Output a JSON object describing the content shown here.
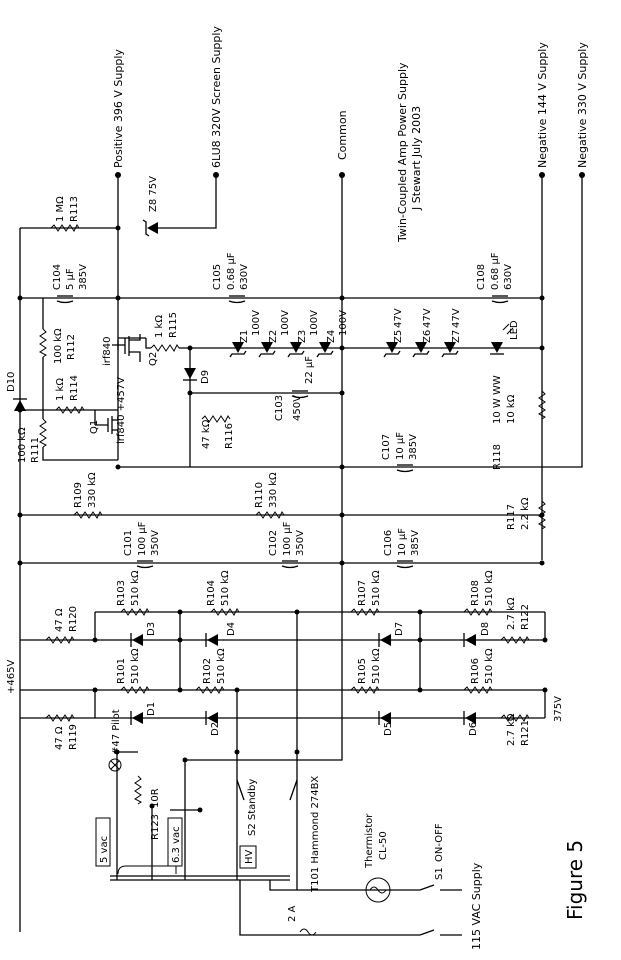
{
  "supplies": [
    {
      "id": "pos396",
      "label": "Positive 396 V Supply"
    },
    {
      "id": "screen",
      "label": "6LU8 320V Screen Supply"
    },
    {
      "id": "common",
      "label": "Common"
    },
    {
      "id": "neg144",
      "label": "Negative 144 V Supply"
    },
    {
      "id": "neg330",
      "label": "Negative 330 V Supply"
    }
  ],
  "title_block": {
    "line1": "Twin-Coupled Amp Power Supply",
    "line2": "J Stewart     July 2003"
  },
  "figure_caption": "Figure 5",
  "voltages": {
    "plus465": "+465V",
    "v375": "375V"
  },
  "components": {
    "R113": {
      "name": "R113",
      "value": "1 MΩ"
    },
    "Z8": {
      "name": "Z8 75V"
    },
    "C104": {
      "name": "C104",
      "value": "5 µF",
      "rating": "385V"
    },
    "C105": {
      "name": "C105",
      "value": "0.68 µF",
      "rating": "630V"
    },
    "C108": {
      "name": "C108",
      "value": "0.68 µF",
      "rating": "630V"
    },
    "Z1": {
      "name": "Z1",
      "value": "100V"
    },
    "Z2": {
      "name": "Z2",
      "value": "100V"
    },
    "Z3": {
      "name": "Z3",
      "value": "100V"
    },
    "Z4": {
      "name": "Z4",
      "value": "100V"
    },
    "Z5": {
      "name": "Z5",
      "value": "47V"
    },
    "Z6": {
      "name": "Z6",
      "value": "47V"
    },
    "Z7": {
      "name": "Z7",
      "value": "47V"
    },
    "LED": {
      "name": "LED"
    },
    "R115": {
      "name": "R115",
      "value": "1 kΩ"
    },
    "Q2": {
      "name": "Q2",
      "part": "irf840"
    },
    "Q1": {
      "name": "Q1",
      "part": "irf840 +457V"
    },
    "R112": {
      "name": "R112",
      "value": "100 kΩ"
    },
    "R114": {
      "name": "R114",
      "value": "1 kΩ"
    },
    "R111": {
      "name": "R111",
      "value": "100 kΩ"
    },
    "D10": {
      "name": "D10"
    },
    "D9": {
      "name": "D9"
    },
    "R116": {
      "name": "R116",
      "value": "47 kΩ"
    },
    "C103": {
      "name": "C103",
      "value": "22 µF",
      "rating": "450V"
    },
    "R118": {
      "name": "R118",
      "value": "10 W WW",
      "value2": "10 kΩ"
    },
    "C107": {
      "name": "C107",
      "value": "10 µF",
      "rating": "385V"
    },
    "R109": {
      "name": "R109",
      "value": "330 kΩ"
    },
    "R110": {
      "name": "R110",
      "value": "330 kΩ"
    },
    "R117": {
      "name": "R117",
      "value": "2.2 kΩ"
    },
    "C101": {
      "name": "C101",
      "value": "100 µF",
      "rating": "350V"
    },
    "C102": {
      "name": "C102",
      "value": "100 µF",
      "rating": "350V"
    },
    "C106": {
      "name": "C106",
      "value": "10 µF",
      "rating": "385V"
    },
    "R103": {
      "name": "R103",
      "value": "510 kΩ"
    },
    "R104": {
      "name": "R104",
      "value": "510 kΩ"
    },
    "R107": {
      "name": "R107",
      "value": "510 kΩ"
    },
    "R108": {
      "name": "R108",
      "value": "510 kΩ"
    },
    "R120": {
      "name": "R120",
      "value": "47 Ω"
    },
    "D3": {
      "name": "D3"
    },
    "D4": {
      "name": "D4"
    },
    "D7": {
      "name": "D7"
    },
    "D8": {
      "name": "D8"
    },
    "R122": {
      "name": "R122",
      "value": "2.7 kΩ"
    },
    "R101": {
      "name": "R101",
      "value": "510 kΩ"
    },
    "R102": {
      "name": "R102",
      "value": "510 kΩ"
    },
    "R105": {
      "name": "R105",
      "value": "510 kΩ"
    },
    "R106": {
      "name": "R106",
      "value": "510 kΩ"
    },
    "R119": {
      "name": "R119",
      "value": "47 Ω"
    },
    "D1": {
      "name": "D1"
    },
    "D2": {
      "name": "D2"
    },
    "D5": {
      "name": "D5"
    },
    "D6": {
      "name": "D6"
    },
    "R121": {
      "name": "R121",
      "value": "2.7 kΩ"
    },
    "pilot": {
      "name": "#47 Pilot"
    },
    "R123": {
      "name": "R123",
      "value": "10R"
    },
    "sec5": {
      "name": "5 vac"
    },
    "sec63": {
      "name": "6.3 vac"
    },
    "secHV": {
      "name": "HV"
    },
    "S2": {
      "name": "S2 Standby"
    },
    "T101": {
      "name": "T101 Hammond 274BX"
    },
    "therm": {
      "name": "Thermistor",
      "value": "CL-50"
    },
    "S1": {
      "name": "S1",
      "value": "ON-OFF"
    },
    "fuse": {
      "name": "2 A"
    },
    "mains": {
      "name": "115 VAC Supply"
    }
  }
}
